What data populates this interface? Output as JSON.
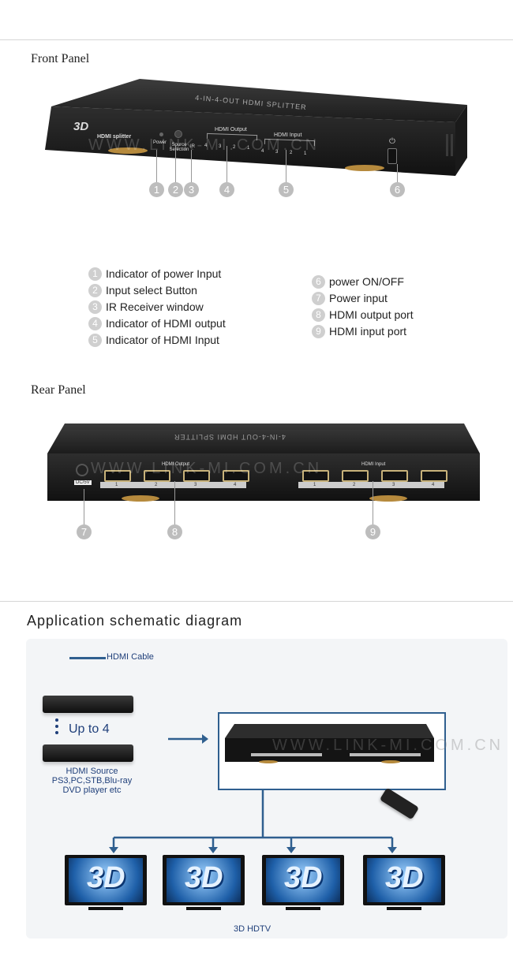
{
  "front_panel": {
    "title": "Front Panel",
    "device_top_text": "4-IN-4-OUT HDMI SPLITTER",
    "badge_3d": "3D",
    "device_name": "HDMI splitter",
    "label_power": "Power",
    "label_source_selection": "Source Selection",
    "label_ir": "IR",
    "label_hdmi_output": "HDMI Output",
    "label_hdmi_input": "HDMI Input",
    "output_leds": [
      "4",
      "3",
      "2",
      "1"
    ],
    "input_leds": [
      "4",
      "3",
      "2",
      "1"
    ],
    "watermark": "WWW.LINK-MI.COM.CN",
    "callouts": [
      "1",
      "2",
      "3",
      "4",
      "5",
      "6"
    ]
  },
  "legend": {
    "left": [
      {
        "num": "1",
        "text": "Indicator of power Input"
      },
      {
        "num": "2",
        "text": "Input select Button"
      },
      {
        "num": "3",
        "text": "IR Receiver window"
      },
      {
        "num": "4",
        "text": "Indicator of HDMI output"
      },
      {
        "num": "5",
        "text": "Indicator of HDMI Input"
      }
    ],
    "right": [
      {
        "num": "6",
        "text": "power ON/OFF"
      },
      {
        "num": "7",
        "text": "Power input"
      },
      {
        "num": "8",
        "text": "HDMI output port"
      },
      {
        "num": "9",
        "text": "HDMI input port"
      }
    ]
  },
  "rear_panel": {
    "title": "Rear Panel",
    "device_top_text": "4-IN-4-OUT HDMI SPLITTER",
    "dc_label": "DC/5V",
    "label_hdmi_output": "HDMI Output",
    "label_hdmi_input": "HDMI Input",
    "output_ports": [
      "1",
      "2",
      "3",
      "4"
    ],
    "input_ports": [
      "1",
      "2",
      "3",
      "4"
    ],
    "watermark": "WWW.LINK-MI.COM.CN",
    "callouts": [
      "7",
      "8",
      "9"
    ]
  },
  "schematic": {
    "title": "Application schematic diagram",
    "cable_legend": "HDMI Cable",
    "up_to": "Up to 4",
    "source_lines": [
      "HDMI Source",
      "PS3,PC,STB,Blu-ray",
      "DVD player etc"
    ],
    "watermark": "WWW.LINK-MI.COM.CN",
    "tv_caption": "3D HDTV",
    "tv_badge": "3D",
    "tv_count": 4,
    "colors": {
      "line": "#2f5f8f",
      "text": "#1f3f7a"
    }
  }
}
